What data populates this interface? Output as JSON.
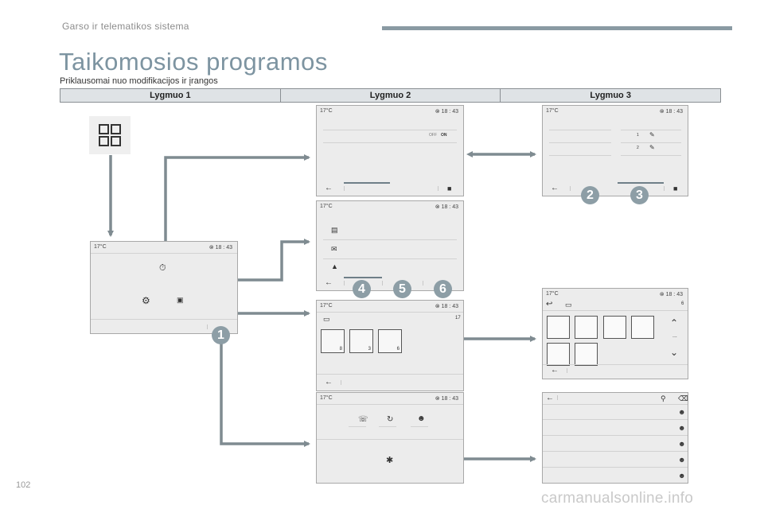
{
  "header": {
    "section": "Garso ir telematikos sistema"
  },
  "title": "Taikomosios programos",
  "subtitle": "Priklausomai nuo modifikacijos ir įrangos",
  "levels": [
    "Lygmuo 1",
    "Lygmuo 2",
    "Lygmuo 3"
  ],
  "status": {
    "temp": "17°C",
    "time": "18 : 43"
  },
  "screen_text": {
    "toggle_off": "OFF",
    "toggle_on": "ON",
    "page_6": "6",
    "page_17": "17",
    "thumb_a": "8",
    "thumb_b": "3",
    "thumb_c": "6",
    "ellipsis": "...",
    "row_1": "1",
    "row_2": "2"
  },
  "badges": [
    "1",
    "2",
    "3",
    "4",
    "5",
    "6"
  ],
  "footer": {
    "page_number": "102",
    "watermark": "carmanualsonline.info"
  },
  "colors": {
    "arrow": "#7f8b91",
    "badge": "#8d9ea6",
    "title": "#7d94a1"
  }
}
